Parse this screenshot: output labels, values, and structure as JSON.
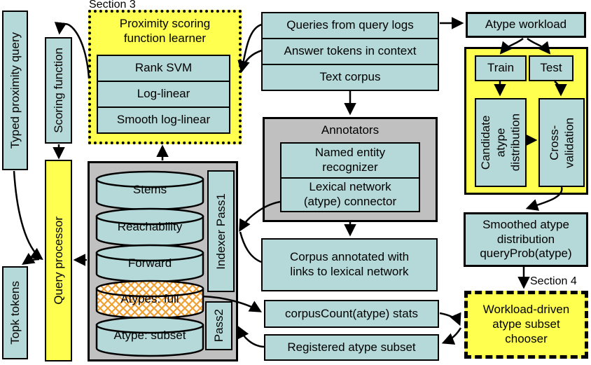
{
  "labels": {
    "section3": "Section 3",
    "section4": "Section 4"
  },
  "boxes": {
    "typed_query": "Typed proximity query",
    "scoring_function": "Scoring function",
    "query_processor": "Query processor",
    "topk_tokens": "Topk tokens",
    "learner_title": "Proximity scoring\nfunction learner",
    "rank_svm": "Rank SVM",
    "log_linear": "Log-linear",
    "smooth_log_linear": "Smooth log-linear",
    "queries_logs": "Queries from query logs",
    "answer_tokens": "Answer tokens in context",
    "text_corpus": "Text corpus",
    "atype_workload": "Atype workload",
    "train": "Train",
    "test": "Test",
    "candidate": "Candidate\natype\ndistribution",
    "cross_validation": "Cross-\nvalidation",
    "annotators_title": "Annotators",
    "ner": "Named entity\nrecognizer",
    "lexical": "Lexical network\n(atype) connector",
    "corpus_annotated": "Corpus annotated with\nlinks to lexical network",
    "smoothed": "Smoothed atype\ndistribution\nqueryProb(atype)",
    "chooser": "Workload-driven\natype subset\nchooser",
    "corpus_count": "corpusCount(atype) stats",
    "registered": "Registered atype subset",
    "indexer_pass1": "Indexer Pass1",
    "pass2": "Pass2",
    "stems": "Stems",
    "reachability": "Reachability",
    "forward": "Forward",
    "atypes_full": "Atypes: full",
    "atype_subset": "Atype: subset"
  },
  "colors": {
    "c-blue": "#b5d8d8",
    "c-yellow": "#ffff4f",
    "c-gray": "#c0c0c0",
    "c-orange": "#f0a033",
    "c-ink": "#000000"
  },
  "flow": [
    {
      "from": "proximity-scoring-function-learner",
      "to": "scoring-function"
    },
    {
      "from": "scoring-function",
      "to": "query-processor"
    },
    {
      "from": "queries-from-query-logs",
      "to": "proximity-scoring-function-learner"
    },
    {
      "from": "answer-tokens-in-context",
      "to": "proximity-scoring-function-learner"
    },
    {
      "from": "queries-from-query-logs",
      "to": "atype-workload"
    },
    {
      "from": "text-corpus",
      "to": "annotators"
    },
    {
      "from": "annotators",
      "to": "corpus-annotated"
    },
    {
      "from": "lexical-network-connector",
      "to": "indexer-pass1"
    },
    {
      "from": "corpus-annotated",
      "to": "indexer-pass1"
    },
    {
      "from": "index-store",
      "to": "proximity-scoring-function-learner"
    },
    {
      "from": "index-store",
      "to": "query-processor"
    },
    {
      "from": "typed-proximity-query",
      "to": "query-processor"
    },
    {
      "from": "query-processor",
      "to": "topk-tokens"
    },
    {
      "from": "atype-workload",
      "to": "train"
    },
    {
      "from": "atype-workload",
      "to": "test"
    },
    {
      "from": "train",
      "to": "candidate-atype-distribution"
    },
    {
      "from": "test",
      "to": "cross-validation"
    },
    {
      "from": "candidate-atype-distribution",
      "to": "cross-validation"
    },
    {
      "from": "cross-validation",
      "to": "smoothed-atype-distribution"
    },
    {
      "from": "smoothed-atype-distribution",
      "to": "workload-driven-atype-subset-chooser"
    },
    {
      "from": "pass2",
      "to": "corpuscount-stats"
    },
    {
      "from": "registered-atype-subset",
      "to": "pass2"
    },
    {
      "from": "corpuscount-stats",
      "to": "workload-driven-atype-subset-chooser"
    },
    {
      "from": "workload-driven-atype-subset-chooser",
      "to": "registered-atype-subset"
    }
  ]
}
